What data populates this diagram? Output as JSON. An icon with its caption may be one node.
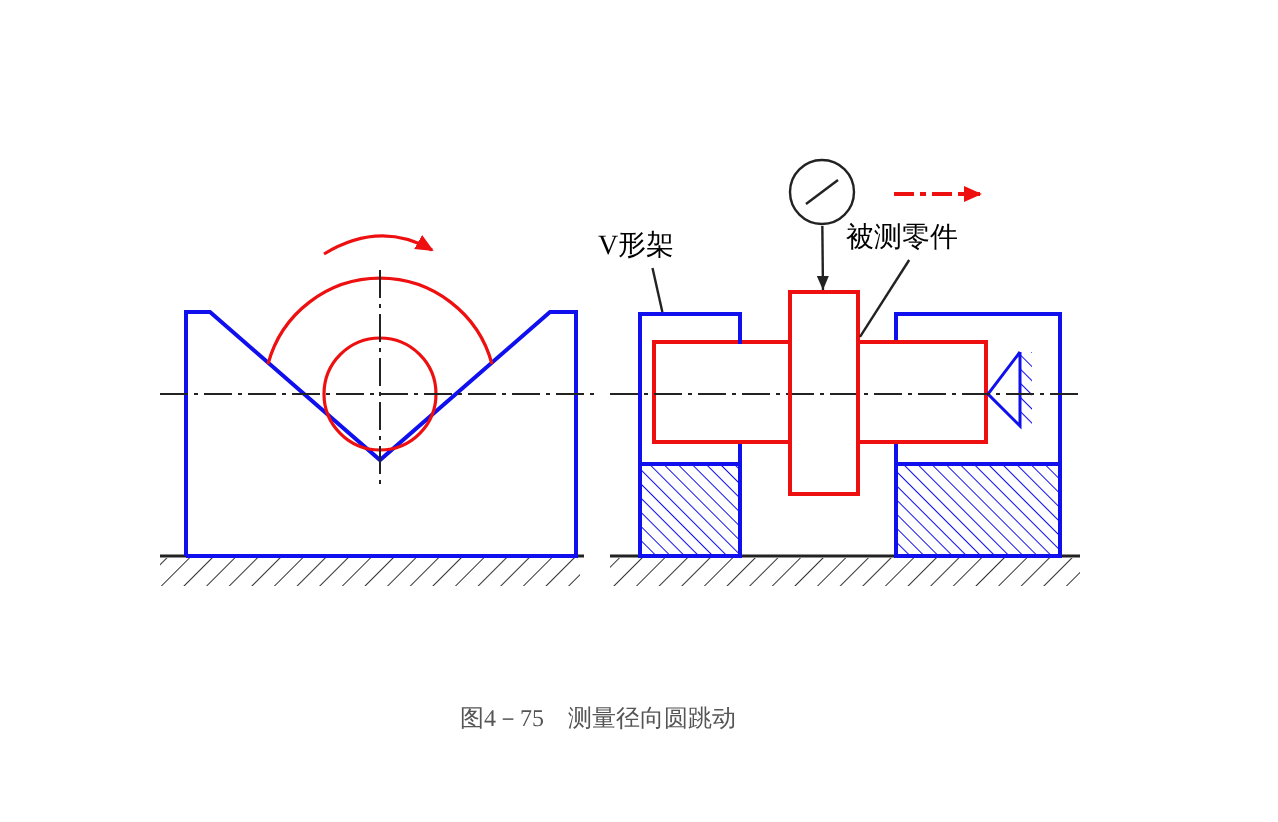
{
  "diagram": {
    "caption": "图4－75　测量径向圆跳动",
    "nodes": [
      {
        "text": [
          "V形架"
        ]
      },
      {
        "text": [],
        "shape": "box"
      },
      {
        "text": [
          "被测零件"
        ]
      },
      {
        "text": [],
        "shape": "box"
      },
      {
        "text": [],
        "shape": "circle"
      }
    ],
    "edges": [
      {
        "from": 0,
        "to": 1,
        "arrow": "none"
      },
      {
        "from": 2,
        "to": 3,
        "arrow": "none"
      },
      {
        "from": 4,
        "to": 3,
        "arrow": "to"
      }
    ]
  }
}
